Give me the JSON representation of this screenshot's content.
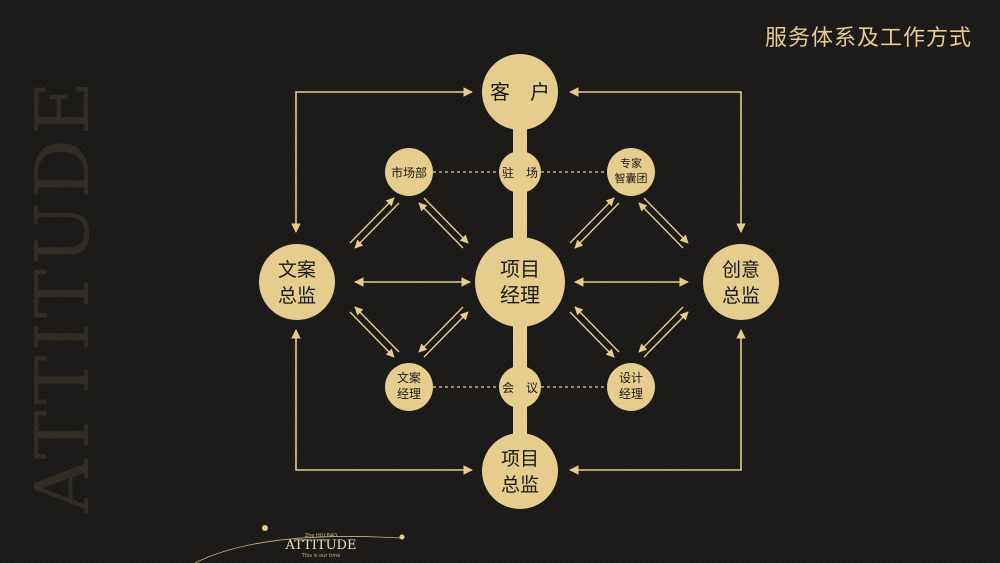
{
  "watermark": "ATTITUDE",
  "page_title": "服务体系及工作方式",
  "colors": {
    "gold": "#e6cd8e",
    "background": "#1b1a19"
  },
  "nodes": {
    "client": [
      "客　户"
    ],
    "project_manager": [
      "项目",
      "经理"
    ],
    "project_director": [
      "项目",
      "总监"
    ],
    "copy_director": [
      "文案",
      "总监"
    ],
    "creative_director": [
      "创意",
      "总监"
    ],
    "marketing_dept": [
      "市场部"
    ],
    "expert_team": [
      "专家",
      "智囊团"
    ],
    "copy_manager": [
      "文案",
      "经理"
    ],
    "design_manager": [
      "设计",
      "经理"
    ],
    "onsite": [
      "驻　场"
    ],
    "meeting": [
      "会　议"
    ]
  },
  "logo": {
    "small_top": "Zhe HUI BAO",
    "main": "ATTITUDE",
    "small_bottom": "This is our time"
  }
}
